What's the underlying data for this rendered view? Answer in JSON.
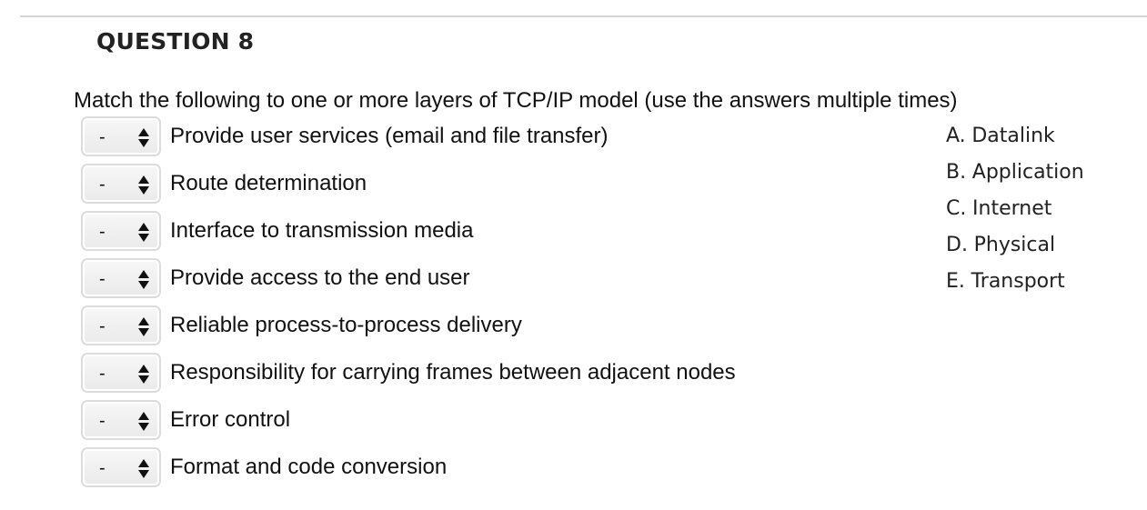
{
  "question": {
    "title": "QUESTION 8",
    "instruction": "Match the following to one or more layers of TCP/IP model (use the answers multiple times)"
  },
  "items": [
    {
      "selected": "-",
      "label": "Provide user services (email and file transfer)"
    },
    {
      "selected": "-",
      "label": "Route determination"
    },
    {
      "selected": "-",
      "label": "Interface to transmission media"
    },
    {
      "selected": "-",
      "label": "Provide access to the end user"
    },
    {
      "selected": "-",
      "label": "Reliable process-to-process delivery"
    },
    {
      "selected": "-",
      "label": "Responsibility for carrying frames between adjacent nodes"
    },
    {
      "selected": "-",
      "label": "Error control"
    },
    {
      "selected": "-",
      "label": "Format and code conversion"
    }
  ],
  "answers": [
    {
      "letter": "A.",
      "text": "Datalink"
    },
    {
      "letter": "B.",
      "text": "Application"
    },
    {
      "letter": "C.",
      "text": "Internet"
    },
    {
      "letter": "D.",
      "text": "Physical"
    },
    {
      "letter": "E.",
      "text": "Transport"
    }
  ],
  "colors": {
    "text": "#111111",
    "divider": "#d6d6d6",
    "select_border": "#dcdcdc"
  },
  "icons": {
    "select_arrows": "up-down-arrows-icon"
  }
}
